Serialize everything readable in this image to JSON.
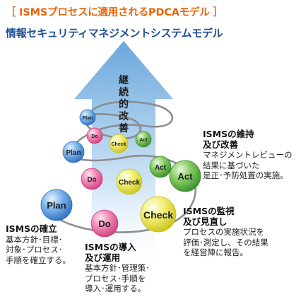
{
  "title": "［ ISMSプロセスに適用されるPDCAモデル ］",
  "subtitle": "情報セキュリティマネジメントシステムモデル",
  "arrow_label": [
    "継",
    "続",
    "的",
    "改",
    "善"
  ],
  "cycle_labels": {
    "plan": "Plan",
    "do": "Do",
    "check": "Check",
    "act": "Act"
  },
  "blocks": {
    "plan": {
      "heading": [
        "ISMSの確立"
      ],
      "lines": [
        "基本方針･目標･",
        "対象･プロセス･",
        "手順を確立する。"
      ]
    },
    "do": {
      "heading": [
        "ISMSの導入",
        "及び運用"
      ],
      "lines": [
        "基本方針･管理策･",
        "プロセス･手順を",
        "導入･運用する。"
      ]
    },
    "check": {
      "heading": [
        "ISMSの監視",
        "及び見直し"
      ],
      "lines": [
        "プロセスの実施状況を",
        "評価･測定し、その結果",
        "を経営陣に報告。"
      ]
    },
    "act": {
      "heading": [
        "ISMSの維持",
        "及び改善"
      ],
      "lines": [
        "マネジメントレビューの",
        "結果に基づいた",
        "是正･予防処置の実施。"
      ]
    }
  },
  "colors": {
    "title": "#e8650c",
    "subtitle": "#1f4f96",
    "plan": "#3d7fd0",
    "do": "#e0508f",
    "check": "#e9e432",
    "act": "#4aa83a"
  }
}
